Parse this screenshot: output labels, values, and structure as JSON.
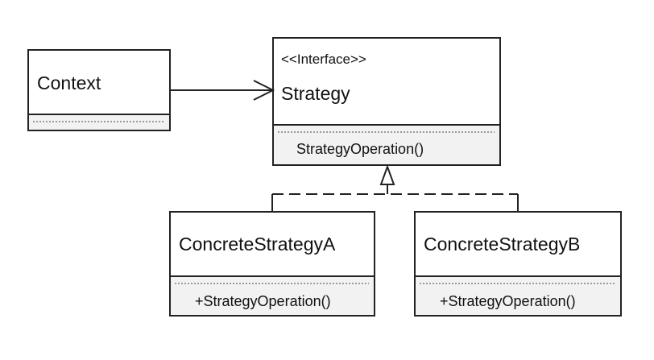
{
  "context": {
    "name": "Context"
  },
  "strategy": {
    "stereotype": "<<Interface>>",
    "name": "Strategy",
    "operation": "StrategyOperation()"
  },
  "concrete_a": {
    "name": "ConcreteStrategyA",
    "operation": "+StrategyOperation()"
  },
  "concrete_b": {
    "name": "ConcreteStrategyB",
    "operation": "+StrategyOperation()"
  }
}
